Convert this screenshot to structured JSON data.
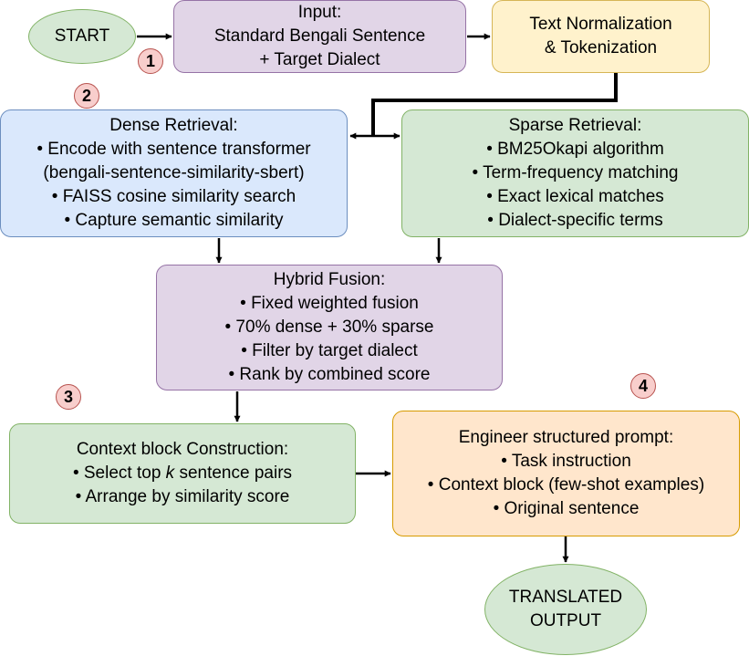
{
  "start": {
    "label": "START"
  },
  "input": {
    "lines": [
      "Input:",
      "Standard Bengali Sentence",
      "+ Target Dialect"
    ]
  },
  "normalize": {
    "lines": [
      "Text Normalization",
      "& Tokenization"
    ]
  },
  "dense": {
    "lines": [
      "Dense Retrieval:",
      "• Encode with sentence transformer",
      "(bengali-sentence-similarity-sbert)",
      "• FAISS cosine similarity search",
      "• Capture semantic similarity"
    ]
  },
  "sparse": {
    "lines": [
      "Sparse Retrieval:",
      "• BM25Okapi algorithm",
      "• Term-frequency matching",
      "• Exact lexical matches",
      "• Dialect-specific terms"
    ]
  },
  "hybrid": {
    "lines": [
      "Hybrid Fusion:",
      "• Fixed weighted fusion",
      "• 70% dense + 30% sparse",
      "• Filter by target dialect",
      "• Rank by combined score"
    ]
  },
  "context": {
    "title": "Context block Construction:",
    "line2_prefix": "• Select top ",
    "line2_var": "k",
    "line2_suffix": " sentence pairs",
    "line3": "• Arrange by similarity score"
  },
  "prompt": {
    "lines": [
      "Engineer structured prompt:",
      "• Task instruction",
      "• Context block (few-shot examples)",
      "• Original sentence"
    ]
  },
  "output": {
    "lines": [
      "TRANSLATED",
      "OUTPUT"
    ]
  },
  "badges": [
    "1",
    "2",
    "3",
    "4"
  ],
  "colors": {
    "purple_fill": "#e1d5e7",
    "purple_stroke": "#9673a6",
    "yellow_fill": "#fff2cc",
    "yellow_stroke": "#d6b656",
    "blue_fill": "#dae8fc",
    "blue_stroke": "#6c8ebf",
    "green_fill": "#d5e8d4",
    "green_stroke": "#82b366",
    "orange_fill": "#ffe6cc",
    "orange_stroke": "#d79b00",
    "badge_fill": "#f8cecc",
    "badge_stroke": "#b85450"
  }
}
